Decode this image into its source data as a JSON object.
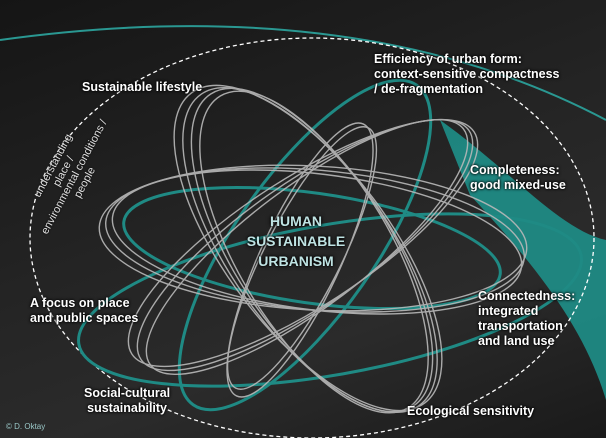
{
  "diagram": {
    "center": "HUMAN\nSUSTAINABLE\nURBANISM",
    "labels": {
      "sustainable_lifestyle": "Sustainable lifestyle",
      "efficiency": "Efficiency of urban form:\ncontext-sensitive compactness\n/ de-fragmentation",
      "completeness": "Completeness:\ngood mixed-use",
      "connectedness": "Connectedness:\nintegrated\ntransportation\nand land use",
      "ecological": "Ecological  sensitivity",
      "social": "Social-cultural\nsustainability",
      "place": "A focus on place\nand public spaces",
      "understanding": "understanding\nplace /\nenvironmental conditions /\npeople"
    },
    "credit": "© D. Oktay"
  },
  "colors": {
    "background": "#202020",
    "teal": "#1f8a84",
    "grey_ring": "#b9b9b9",
    "dashed_ring": "#ffffff"
  }
}
